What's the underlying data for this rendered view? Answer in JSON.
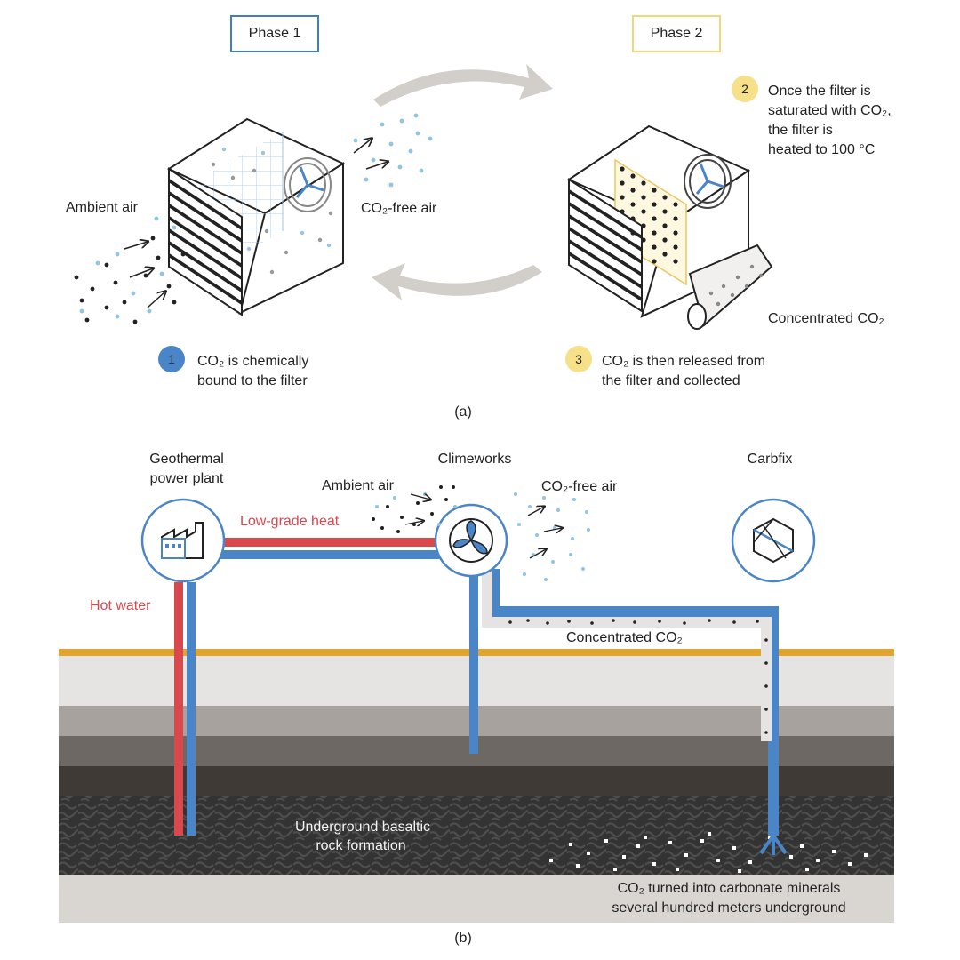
{
  "panel_a": {
    "phase1": "Phase 1",
    "phase2": "Phase 2",
    "ambient_air": "Ambient air",
    "co2_free_air": "CO₂-free air",
    "step1_num": "1",
    "step1_line1": "CO₂ is chemically",
    "step1_line2": "bound to the filter",
    "step2_num": "2",
    "step2_line1": "Once the filter is",
    "step2_line2": "saturated with CO₂,",
    "step2_line3": "the filter is",
    "step2_line4": "heated to 100 °C",
    "step3_num": "3",
    "step3_line1": "CO₂ is then released from",
    "step3_line2": "the filter and collected",
    "concentrated": "Concentrated CO₂",
    "caption": "(a)"
  },
  "panel_b": {
    "geo_line1": "Geothermal",
    "geo_line2": "power plant",
    "climeworks": "Climeworks",
    "carbfix": "Carbfix",
    "ambient_air": "Ambient air",
    "co2_free_air": "CO₂-free air",
    "low_grade_heat": "Low-grade heat",
    "hot_water": "Hot water",
    "concentrated": "Concentrated CO₂",
    "basalt_line1": "Underground basaltic",
    "basalt_line2": "rock formation",
    "mineral_line1": "CO₂ turned into carbonate minerals",
    "mineral_line2": "several hundred meters underground",
    "caption": "(b)"
  },
  "colors": {
    "phase1": "#3f7fc1",
    "phase2": "#f2d87a",
    "step1": "#4a86c7",
    "step2_3": "#f6e08a",
    "hot": "#d9484d",
    "cold": "#4a86c7",
    "ground_line": "#e0a530",
    "arrow_grey": "#d2cfcb"
  }
}
